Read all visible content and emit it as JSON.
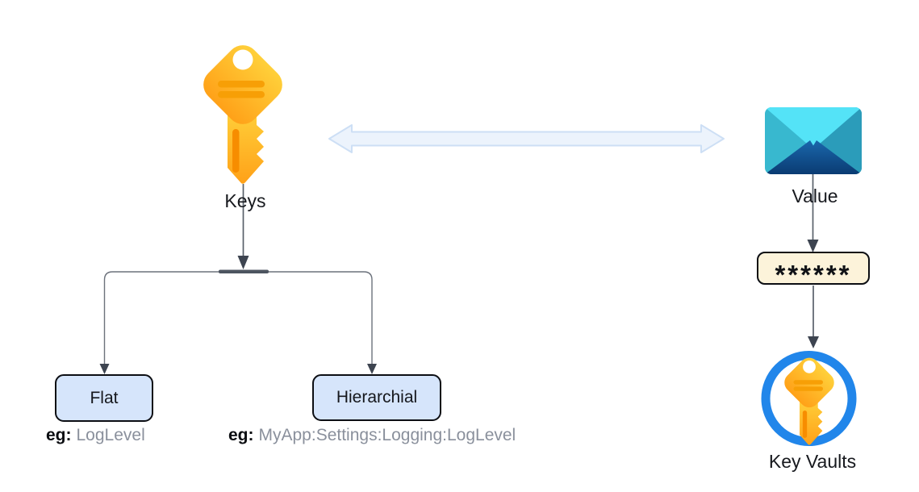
{
  "keys_node": {
    "label": "Keys",
    "icon": "key-icon"
  },
  "value_node": {
    "label": "Value",
    "icon": "envelope-icon"
  },
  "relation": {
    "type": "double-headed-arrow",
    "between": [
      "Keys",
      "Value"
    ]
  },
  "key_types": {
    "flat": {
      "label": "Flat",
      "eg_prefix": "eg:",
      "eg_value": "LogLevel"
    },
    "hierarchical": {
      "label": "Hierarchial",
      "eg_prefix": "eg:",
      "eg_value": "MyApp:Settings:Logging:LogLevel"
    }
  },
  "value_flow": {
    "masked_value": "******",
    "vault_label": "Key Vaults",
    "vault_icon": "key-vault-icon"
  },
  "colors": {
    "background": "#ffffff",
    "type_box_fill": "#d6e5fb",
    "type_box_border": "#0c0e13",
    "masked_box_fill": "#fcf3da",
    "key_yellow_top": "#ffd03a",
    "key_yellow_bottom": "#ffa118",
    "key_stripe_orange": "#f79f06",
    "envelope_flap_cyan": "#54e3f7",
    "envelope_left_teal": "#38b8cf",
    "envelope_right_teal": "#2b9cba",
    "envelope_bottom_navy_top": "#1a67ac",
    "envelope_bottom_navy_bottom": "#0a3b72",
    "vault_ring_blue": "#2186ea",
    "relation_arrow_fill": "#ecf3fc",
    "relation_arrow_stroke": "#cddff5",
    "connector_line": "#5a616b",
    "arrowhead": "#3d4450",
    "junction_bar": "#4d5560",
    "eg_value_text": "#8a909c",
    "label_text": "#17191e"
  }
}
